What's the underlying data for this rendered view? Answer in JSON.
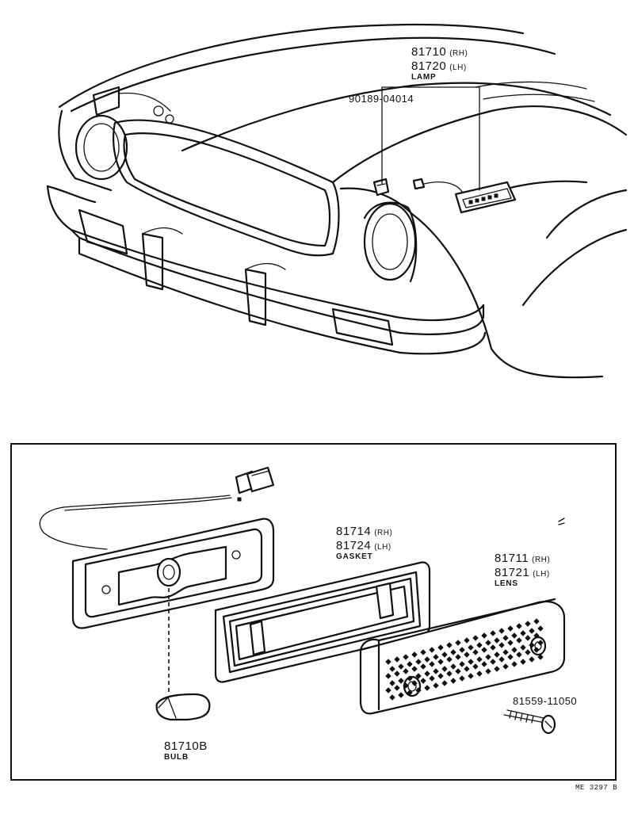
{
  "top_callouts": {
    "lamp": {
      "part_rh": "81710",
      "tag_rh": "(RH)",
      "part_lh": "81720",
      "tag_lh": "(LH)",
      "name": "LAMP"
    },
    "connector": {
      "part": "90189-04014"
    }
  },
  "exploded_callouts": {
    "gasket": {
      "part_rh": "81714",
      "tag_rh": "(RH)",
      "part_lh": "81724",
      "tag_lh": "(LH)",
      "name": "GASKET"
    },
    "lens": {
      "part_rh": "81711",
      "tag_rh": "(RH)",
      "part_lh": "81721",
      "tag_lh": "(LH)",
      "name": "LENS"
    },
    "screw": {
      "part": "81559-11050"
    },
    "bulb": {
      "part": "81710B",
      "name": "BULB"
    }
  },
  "figure_ref": "ME 3297 B"
}
